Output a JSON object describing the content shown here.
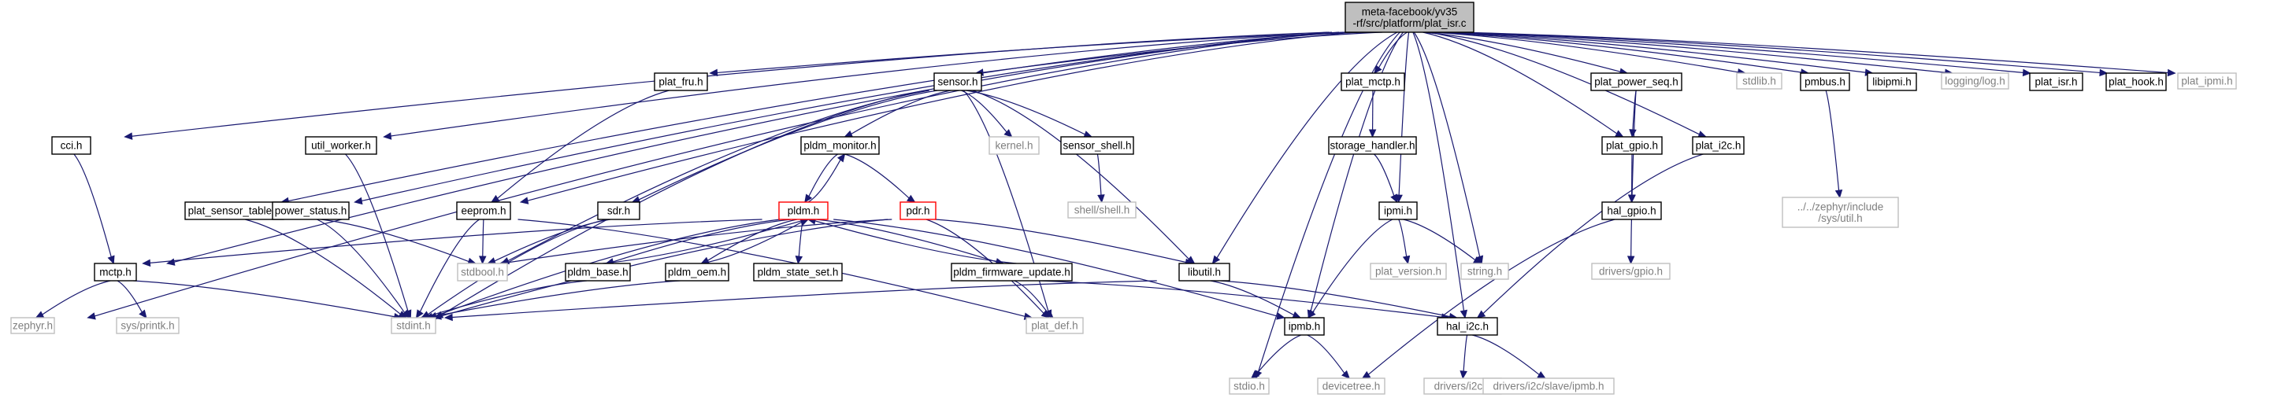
{
  "colors": {
    "edge": "#191970",
    "root_fill": "#bfbfbf",
    "root_stroke": "#000000",
    "normal_stroke": "#000000",
    "missing_stroke": "#bfbfbf",
    "missing_text": "#7f7f7f",
    "highlight_stroke": "#ff0000",
    "text": "#000000"
  },
  "nodes": [
    {
      "id": "root",
      "lines": [
        "meta-facebook/yv35",
        "-rf/src/platform/plat_isr.c"
      ],
      "kind": "root"
    },
    {
      "id": "zephyr",
      "lines": [
        "zephyr.h"
      ],
      "kind": "missing"
    },
    {
      "id": "cci",
      "lines": [
        "cci.h"
      ],
      "kind": "normal"
    },
    {
      "id": "mctp",
      "lines": [
        "mctp.h"
      ],
      "kind": "normal"
    },
    {
      "id": "sys_printk",
      "lines": [
        "sys/printk.h"
      ],
      "kind": "missing"
    },
    {
      "id": "stdint",
      "lines": [
        "stdint.h"
      ],
      "kind": "missing"
    },
    {
      "id": "plat_sensor_table",
      "lines": [
        "plat_sensor_table.h"
      ],
      "kind": "normal"
    },
    {
      "id": "util_worker",
      "lines": [
        "util_worker.h"
      ],
      "kind": "normal"
    },
    {
      "id": "power_status",
      "lines": [
        "power_status.h"
      ],
      "kind": "normal"
    },
    {
      "id": "stdbool",
      "lines": [
        "stdbool.h"
      ],
      "kind": "missing"
    },
    {
      "id": "plat_fru",
      "lines": [
        "plat_fru.h"
      ],
      "kind": "normal"
    },
    {
      "id": "eeprom",
      "lines": [
        "eeprom.h"
      ],
      "kind": "normal"
    },
    {
      "id": "sensor",
      "lines": [
        "sensor.h"
      ],
      "kind": "normal"
    },
    {
      "id": "sdr",
      "lines": [
        "sdr.h"
      ],
      "kind": "normal"
    },
    {
      "id": "pldm_monitor",
      "lines": [
        "pldm_monitor.h"
      ],
      "kind": "normal"
    },
    {
      "id": "pldm",
      "lines": [
        "pldm.h"
      ],
      "kind": "highlight"
    },
    {
      "id": "pdr",
      "lines": [
        "pdr.h"
      ],
      "kind": "highlight"
    },
    {
      "id": "kernel",
      "lines": [
        "kernel.h"
      ],
      "kind": "missing"
    },
    {
      "id": "sensor_shell",
      "lines": [
        "sensor_shell.h"
      ],
      "kind": "normal"
    },
    {
      "id": "shell_shell",
      "lines": [
        "shell/shell.h"
      ],
      "kind": "missing"
    },
    {
      "id": "pldm_base",
      "lines": [
        "pldm_base.h"
      ],
      "kind": "normal"
    },
    {
      "id": "pldm_oem",
      "lines": [
        "pldm_oem.h"
      ],
      "kind": "normal"
    },
    {
      "id": "pldm_state_set",
      "lines": [
        "pldm_state_set.h"
      ],
      "kind": "normal"
    },
    {
      "id": "pldm_firmware_update",
      "lines": [
        "pldm_firmware_update.h"
      ],
      "kind": "normal"
    },
    {
      "id": "plat_def",
      "lines": [
        "plat_def.h"
      ],
      "kind": "missing"
    },
    {
      "id": "libutil",
      "lines": [
        "libutil.h"
      ],
      "kind": "normal"
    },
    {
      "id": "stdio",
      "lines": [
        "stdio.h"
      ],
      "kind": "missing"
    },
    {
      "id": "ipmb",
      "lines": [
        "ipmb.h"
      ],
      "kind": "normal"
    },
    {
      "id": "plat_mctp",
      "lines": [
        "plat_mctp.h"
      ],
      "kind": "normal"
    },
    {
      "id": "storage_handler",
      "lines": [
        "storage_handler.h"
      ],
      "kind": "normal"
    },
    {
      "id": "ipmi",
      "lines": [
        "ipmi.h"
      ],
      "kind": "normal"
    },
    {
      "id": "plat_version",
      "lines": [
        "plat_version.h"
      ],
      "kind": "missing"
    },
    {
      "id": "string",
      "lines": [
        "string.h"
      ],
      "kind": "missing"
    },
    {
      "id": "devicetree",
      "lines": [
        "devicetree.h"
      ],
      "kind": "missing"
    },
    {
      "id": "hal_i2c",
      "lines": [
        "hal_i2c.h"
      ],
      "kind": "normal"
    },
    {
      "id": "drivers_i2c",
      "lines": [
        "drivers/i2c.h"
      ],
      "kind": "missing"
    },
    {
      "id": "drivers_i2c_slave_ipmb",
      "lines": [
        "drivers/i2c/slave/ipmb.h"
      ],
      "kind": "missing"
    },
    {
      "id": "plat_power_seq",
      "lines": [
        "plat_power_seq.h"
      ],
      "kind": "normal"
    },
    {
      "id": "plat_gpio",
      "lines": [
        "plat_gpio.h"
      ],
      "kind": "normal"
    },
    {
      "id": "hal_gpio",
      "lines": [
        "hal_gpio.h"
      ],
      "kind": "normal"
    },
    {
      "id": "drivers_gpio",
      "lines": [
        "drivers/gpio.h"
      ],
      "kind": "missing"
    },
    {
      "id": "plat_i2c",
      "lines": [
        "plat_i2c.h"
      ],
      "kind": "normal"
    },
    {
      "id": "stdlib",
      "lines": [
        "stdlib.h"
      ],
      "kind": "missing"
    },
    {
      "id": "pmbus",
      "lines": [
        "pmbus.h"
      ],
      "kind": "normal"
    },
    {
      "id": "zephyr_util",
      "lines": [
        "../../zephyr/include",
        "/sys/util.h"
      ],
      "kind": "missing"
    },
    {
      "id": "libipmi",
      "lines": [
        "libipmi.h"
      ],
      "kind": "normal"
    },
    {
      "id": "logging_log",
      "lines": [
        "logging/log.h"
      ],
      "kind": "missing"
    },
    {
      "id": "plat_isr",
      "lines": [
        "plat_isr.h"
      ],
      "kind": "normal"
    },
    {
      "id": "plat_hook",
      "lines": [
        "plat_hook.h"
      ],
      "kind": "normal"
    },
    {
      "id": "plat_ipmi",
      "lines": [
        "plat_ipmi.h"
      ],
      "kind": "missing"
    }
  ]
}
